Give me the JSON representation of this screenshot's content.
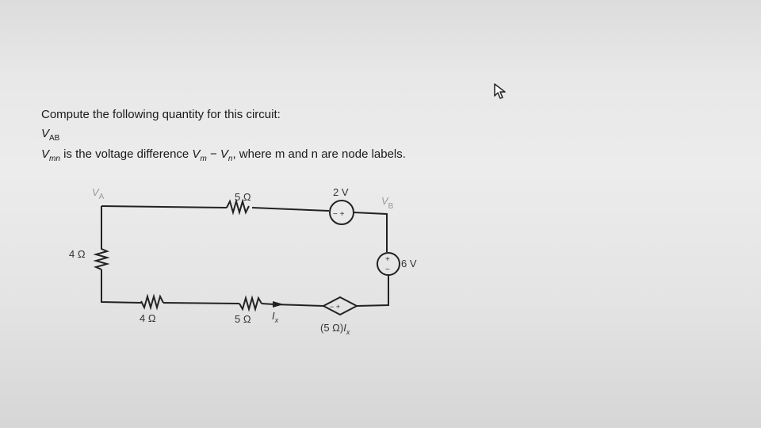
{
  "question": {
    "prompt": "Compute the following quantity for this circuit:",
    "quantity_v": "V",
    "quantity_sub": "AB",
    "def_v": "V",
    "def_sub": "mn",
    "def_text1": " is the voltage difference ",
    "def_vm": "V",
    "def_vm_sub": "m",
    "def_minus": " − ",
    "def_vn": "V",
    "def_vn_sub": "n",
    "def_text2": ", where m and n are node labels."
  },
  "circuit": {
    "node_a_v": "V",
    "node_a_sub": "A",
    "node_b_v": "V",
    "node_b_sub": "B",
    "r_top": "5 Ω",
    "source_top": "2 V",
    "source_top_polarity": "− +",
    "r_left": "4 Ω",
    "source_right": "6 V",
    "source_right_plus": "+",
    "source_right_minus": "−",
    "r_bottom_left": "4 Ω",
    "r_bottom_mid": "5 Ω",
    "current_i": "I",
    "current_sub": "x",
    "dep_source_main": "(5 Ω)",
    "dep_source_i": "I",
    "dep_source_sub": "x",
    "dep_source_polarity": "− +"
  },
  "icons": {
    "cursor": "mouse-pointer-icon"
  },
  "colors": {
    "wire": "#222222",
    "label_gray": "#8a8a8a",
    "background": "#e6e6e6"
  }
}
